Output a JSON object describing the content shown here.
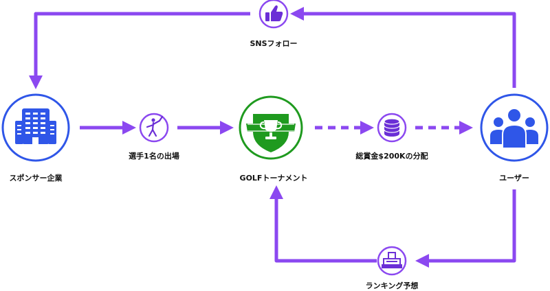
{
  "colors": {
    "arrow": "#8b48f0",
    "blue": "#2f56e8",
    "green": "#1f9a1f",
    "purple_dark": "#6b2fd6"
  },
  "nodes": {
    "sponsor": {
      "label": "スポンサー企業",
      "icon": "office-building-icon"
    },
    "player": {
      "label": "選手1名の出場",
      "icon": "golfer-icon"
    },
    "tournament": {
      "label": "GOLFトーナメント",
      "icon": "trophy-shield-icon"
    },
    "prize": {
      "label": "総賞金$200Kの分配",
      "icon": "coin-stack-icon"
    },
    "users": {
      "label": "ユーザー",
      "icon": "users-group-icon"
    },
    "sns": {
      "label": "SNSフォロー",
      "icon": "thumbs-up-icon"
    },
    "ranking": {
      "label": "ランキング予想",
      "icon": "ranking-podium-icon"
    }
  }
}
